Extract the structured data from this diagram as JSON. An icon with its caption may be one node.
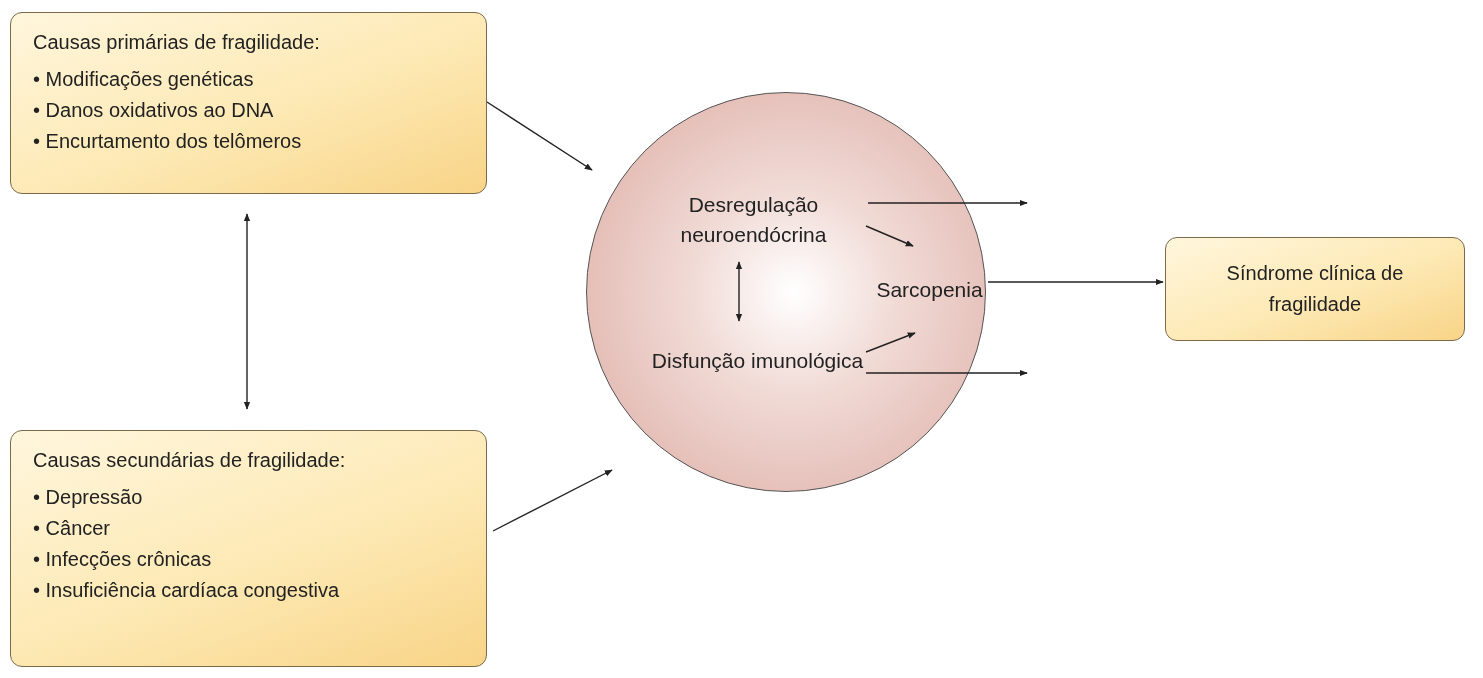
{
  "diagram": {
    "nodes": [
      {
        "text": [
          "Causas primárias de fragilidade:",
          "• Modificações genéticas",
          "• Danos oxidativos ao DNA",
          "• Encurtamento dos telômeros"
        ]
      },
      {
        "text": [],
        "shape": "circle"
      },
      {
        "text": [
          "Desregulação neuroendócrina"
        ],
        "in": 1
      },
      {
        "text": [
          "Sarcopenia"
        ],
        "in": 1
      },
      {
        "text": [
          "Disfunção imunológica"
        ],
        "in": 1
      },
      {
        "text": [
          "Síndrome clínica de fragilidade"
        ]
      },
      {
        "text": [
          "Causas secundárias de fragilidade:",
          "• Depressão",
          "• Câncer",
          "• Infecções crônicas",
          "• Insuficiência cardíaca congestiva"
        ]
      }
    ],
    "edges": [
      {
        "from": 0,
        "to": 1,
        "arrow": "to"
      },
      {
        "from": 0,
        "to": 6,
        "arrow": "both"
      },
      {
        "from": 6,
        "to": 1,
        "arrow": "to"
      },
      {
        "from": 2,
        "to": null,
        "arrow": "to"
      },
      {
        "from": 2,
        "to": 3,
        "arrow": "to"
      },
      {
        "from": 2,
        "to": 4,
        "arrow": "both"
      },
      {
        "from": 4,
        "to": 3,
        "arrow": "to"
      },
      {
        "from": 4,
        "to": null,
        "arrow": "to"
      },
      {
        "from": 1,
        "to": 5,
        "arrow": "to"
      }
    ]
  }
}
